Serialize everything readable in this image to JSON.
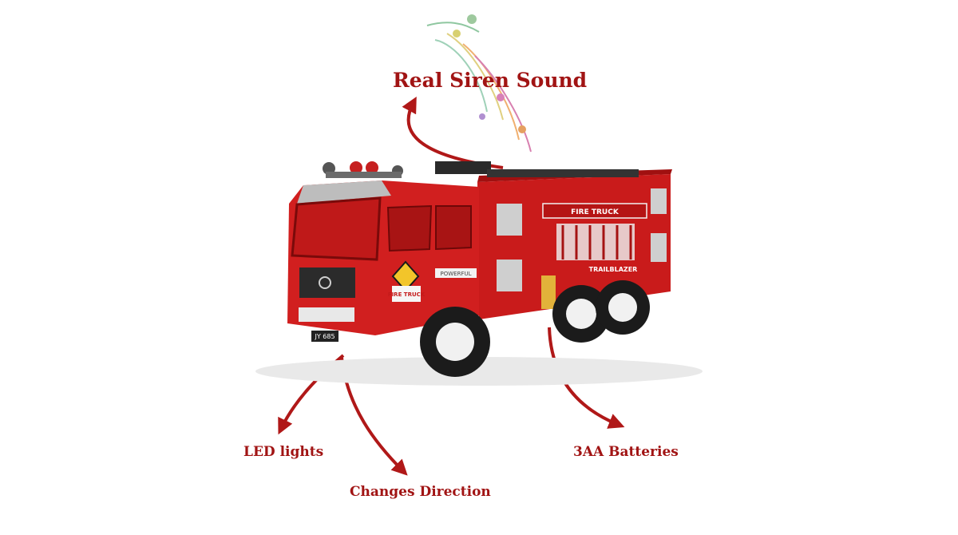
{
  "callouts": {
    "siren": "Real Siren Sound",
    "led": "LED lights",
    "direction": "Changes Direction",
    "batteries": "3AA Batteries"
  },
  "truck": {
    "side_sign": "FIRE TRUCK",
    "side_subtitle": "TRAILBLAZER",
    "badge_text": "FIRE TRUCK",
    "sticker": "POWERFUL",
    "plate": "JY 685"
  },
  "colors": {
    "label_text": "#a11414",
    "arrow": "#b01818",
    "truck_red": "#d11f1f",
    "truck_dark": "#8e0c0c"
  }
}
